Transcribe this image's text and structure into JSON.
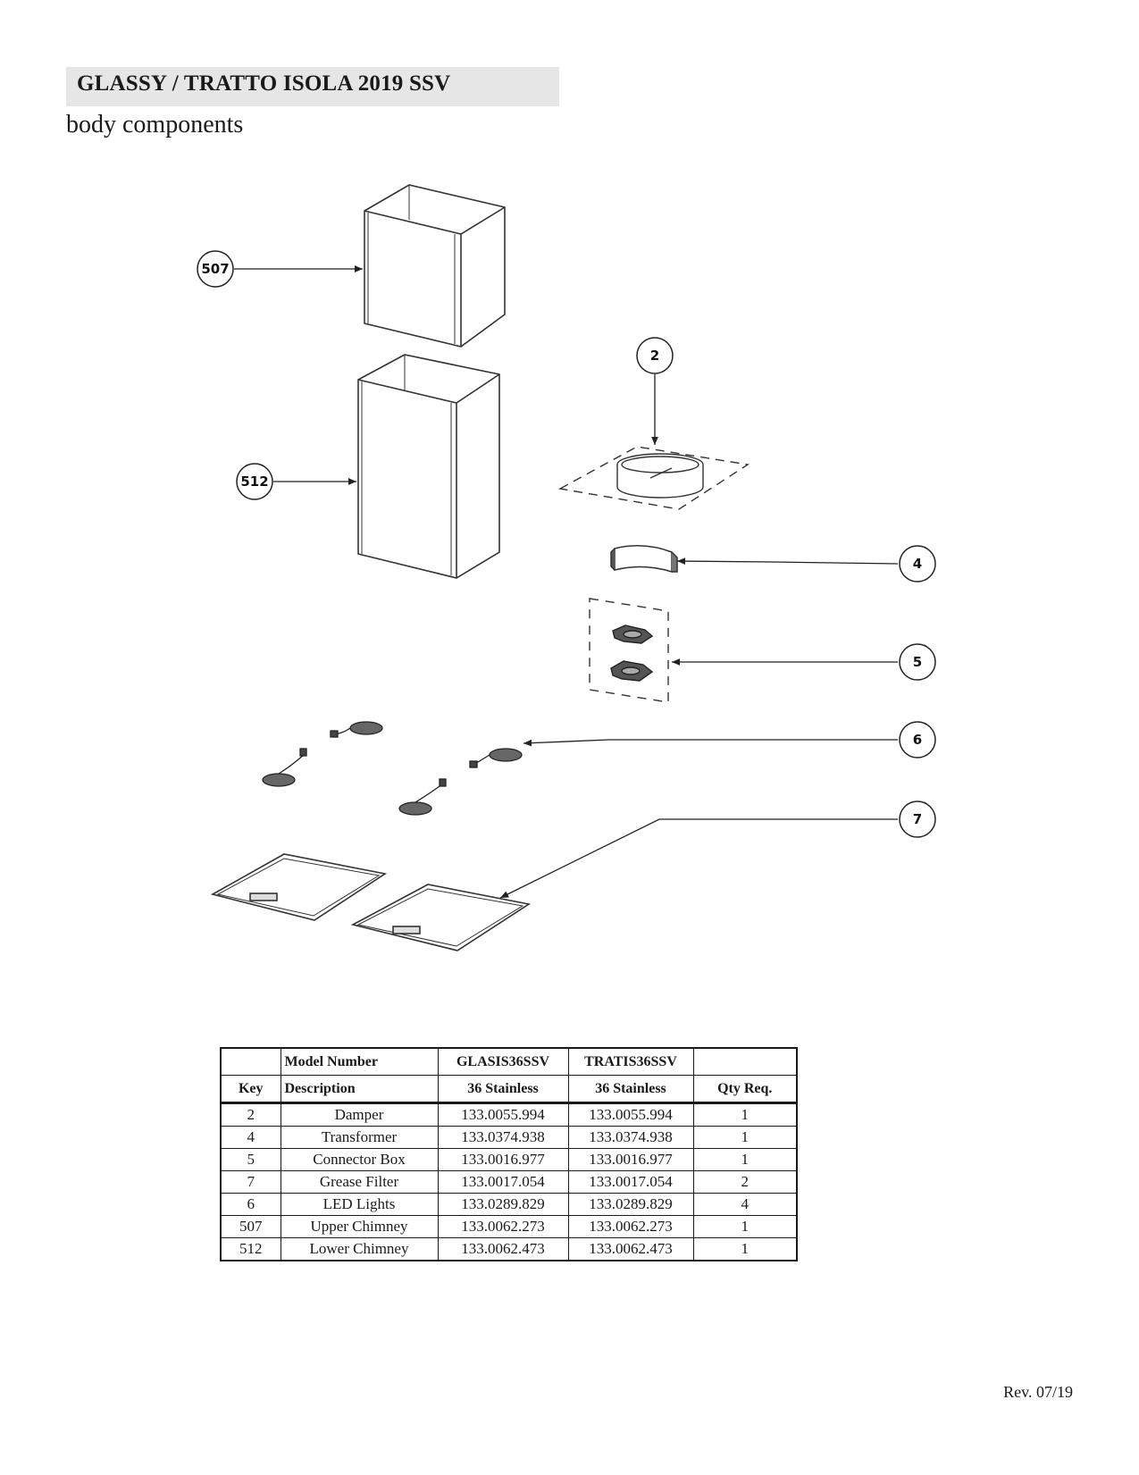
{
  "header": {
    "title": "GLASSY / TRATTO ISOLA 2019 SSV",
    "subtitle": "body components"
  },
  "diagram": {
    "callouts": [
      "507",
      "512",
      "2",
      "4",
      "5",
      "6",
      "7"
    ]
  },
  "table": {
    "header1": [
      "",
      "Model Number",
      "GLASIS36SSV",
      "TRATIS36SSV",
      ""
    ],
    "header2": [
      "Key",
      "Description",
      "36 Stainless",
      "36 Stainless",
      "Qty Req."
    ],
    "rows": [
      [
        "2",
        "Damper",
        "133.0055.994",
        "133.0055.994",
        "1"
      ],
      [
        "4",
        "Transformer",
        "133.0374.938",
        "133.0374.938",
        "1"
      ],
      [
        "5",
        "Connector Box",
        "133.0016.977",
        "133.0016.977",
        "1"
      ],
      [
        "7",
        "Grease Filter",
        "133.0017.054",
        "133.0017.054",
        "2"
      ],
      [
        "6",
        "LED Lights",
        "133.0289.829",
        "133.0289.829",
        "4"
      ],
      [
        "507",
        "Upper Chimney",
        "133.0062.273",
        "133.0062.273",
        "1"
      ],
      [
        "512",
        "Lower Chimney",
        "133.0062.473",
        "133.0062.473",
        "1"
      ]
    ]
  },
  "footer": {
    "revision": "Rev. 07/19"
  }
}
